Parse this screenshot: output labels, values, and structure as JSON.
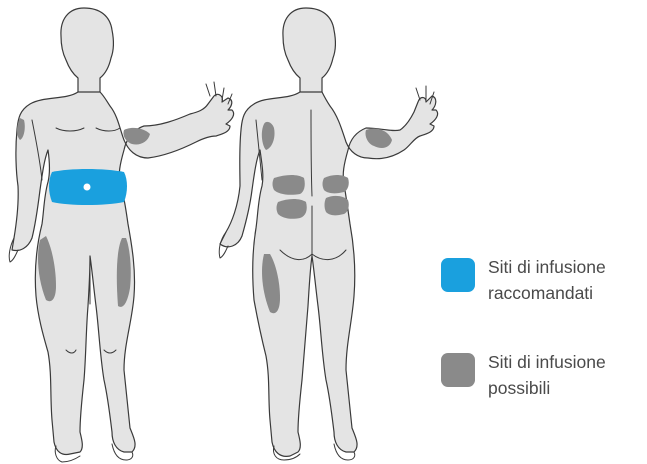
{
  "legend": {
    "recommended": {
      "line1": "Siti di infusione",
      "line2": "raccomandati",
      "color": "#1aa0de"
    },
    "possible": {
      "line1": "Siti di infusione",
      "line2": "possibili",
      "color": "#8a8a8a"
    }
  },
  "figures": [
    "front-view",
    "back-view"
  ]
}
